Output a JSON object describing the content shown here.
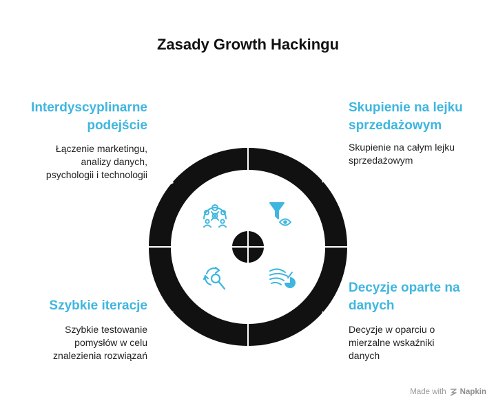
{
  "title": "Zasady Growth Hackingu",
  "accent_color": "#3fb6e0",
  "ring_color": "#111111",
  "sections": [
    {
      "heading": "Interdyscyplinarne podejście",
      "heading_lines": [
        "Interdyscyplinarne",
        "podejście"
      ],
      "description_lines": [
        "Łączenie marketingu,",
        "analizy danych,",
        "psychologii i technologii"
      ],
      "icon": "team-collaboration-icon"
    },
    {
      "heading": "Skupienie na lejku sprzedażowym",
      "heading_lines": [
        "Skupienie na lejku",
        "sprzedażowym"
      ],
      "description_lines": [
        "Skupienie na całym lejku",
        "sprzedażowym"
      ],
      "icon": "funnel-eye-icon"
    },
    {
      "heading": "Szybkie iteracje",
      "heading_lines": [
        "Szybkie iteracje"
      ],
      "description_lines": [
        "Szybkie testowanie",
        "pomysłów w celu",
        "znalezienia rozwiązań"
      ],
      "icon": "refresh-search-icon"
    },
    {
      "heading": "Decyzje oparte na danych",
      "heading_lines": [
        "Decyzje oparte na",
        "danych"
      ],
      "description_lines": [
        "Decyzje w oparciu o",
        "mierzalne wskaźniki",
        "danych"
      ],
      "icon": "data-chart-icon"
    }
  ],
  "footer": {
    "made_with": "Made with",
    "brand": "Napkin",
    "icon": "napkin-logo-icon"
  }
}
